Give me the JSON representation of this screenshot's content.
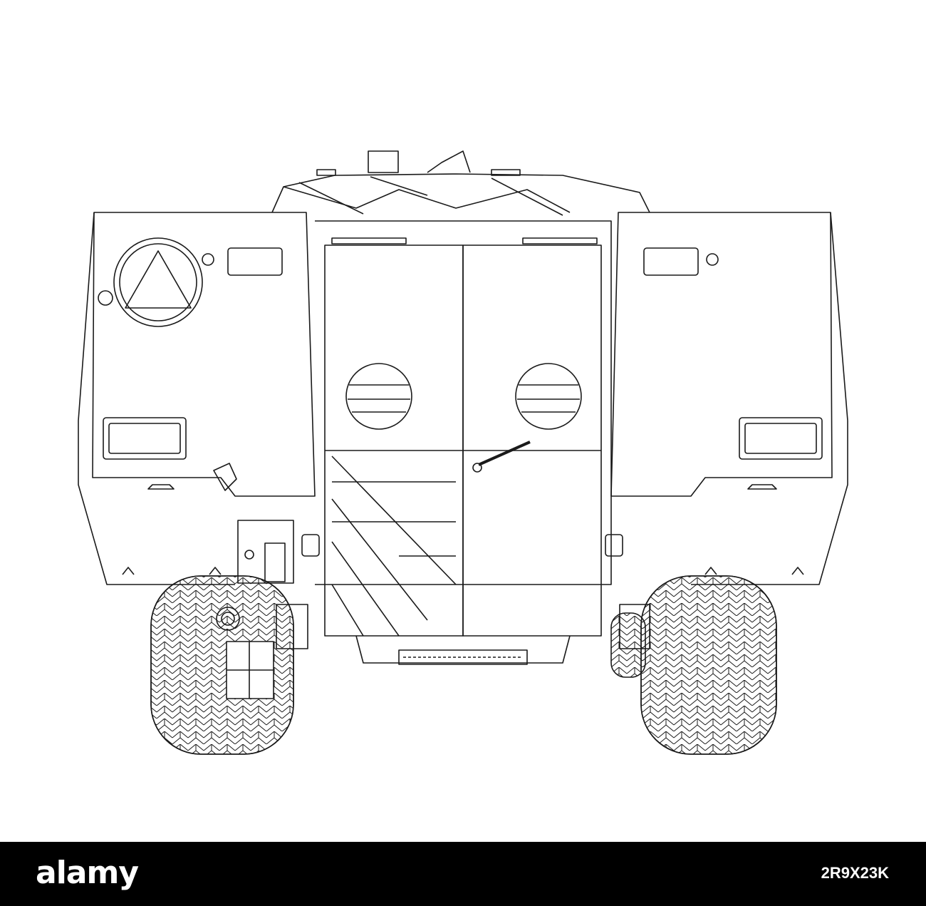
{
  "footer": {
    "logo_text": "alamy",
    "image_id": "2R9X23K",
    "background_color": "#000000",
    "text_color": "#ffffff"
  },
  "subject": {
    "stroke_color": "#1a1a1a",
    "icon": "armored-vehicle-rear-wireframe"
  }
}
